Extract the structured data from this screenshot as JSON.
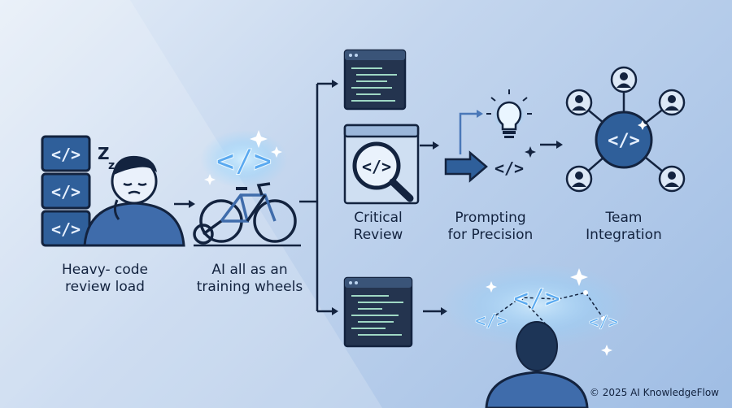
{
  "labels": {
    "heavy_review": [
      "Heavy- code",
      "review load"
    ],
    "training_wheels": [
      "AI all as an",
      "training wheels"
    ],
    "critical_review": [
      "Critical",
      "Review"
    ],
    "prompting": [
      "Prompting",
      "for Precision"
    ],
    "team": [
      "Team",
      "Integration"
    ]
  },
  "copyright": "© 2025 AI KnowledgeFlow",
  "icons": {
    "code_symbol": "</>",
    "sleep": "Z z"
  },
  "colors": {
    "navy": "#1d3557",
    "blue": "#4a78b8",
    "glow": "#8fd4ff",
    "window": "#24344f"
  }
}
